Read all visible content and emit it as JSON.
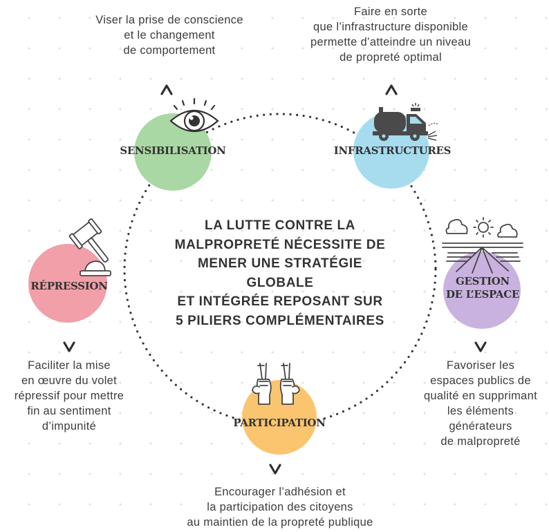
{
  "center_text": "LA LUTTE CONTRE LA\nMALPROPRETÉ NÉCESSITE DE\nMENER UNE STRATÉGIE GLOBALE\nET INTÉGRÉE REPOSANT SUR\n5 PILIERS COMPLÉMENTAIRES",
  "pillars": {
    "sensibilisation": {
      "label": "SENSIBILISATION",
      "color": "#a9d8a4",
      "icon": "eye-icon",
      "description": "Viser la prise de conscience\net le changement\nde comportement"
    },
    "infrastructures": {
      "label": "INFRASTRUCTURES",
      "color": "#a6dcee",
      "icon": "street-sweeper-truck-icon",
      "description": "Faire en sorte\nque l’infrastructure disponible\npermette d’atteindre un niveau\nde propreté optimal"
    },
    "gestion": {
      "label": "GESTION\nDE L’ESPACE",
      "color": "#c9b2df",
      "icon": "landscape-weather-icon",
      "description": "Favoriser les\nespaces publics de\nqualité en supprimant\nles éléments\ngénérateurs\nde malpropreté"
    },
    "participation": {
      "label": "PARTICIPATION",
      "color": "#fbc56f",
      "icon": "raised-hands-icon",
      "description": "Encourager l’adhésion et\nla participation des citoyens\nau maintien de la propreté publique"
    },
    "repression": {
      "label": "RÉPRESSION",
      "color": "#f19fa8",
      "icon": "gavel-icon",
      "description": "Faciliter la mise\nen œuvre du volet\nrépressif pour mettre\nfin au sentiment\nd’impunité"
    }
  },
  "colors": {
    "text": "#333333",
    "dotted_ring": "#333333",
    "background_dots": "#dedede"
  }
}
